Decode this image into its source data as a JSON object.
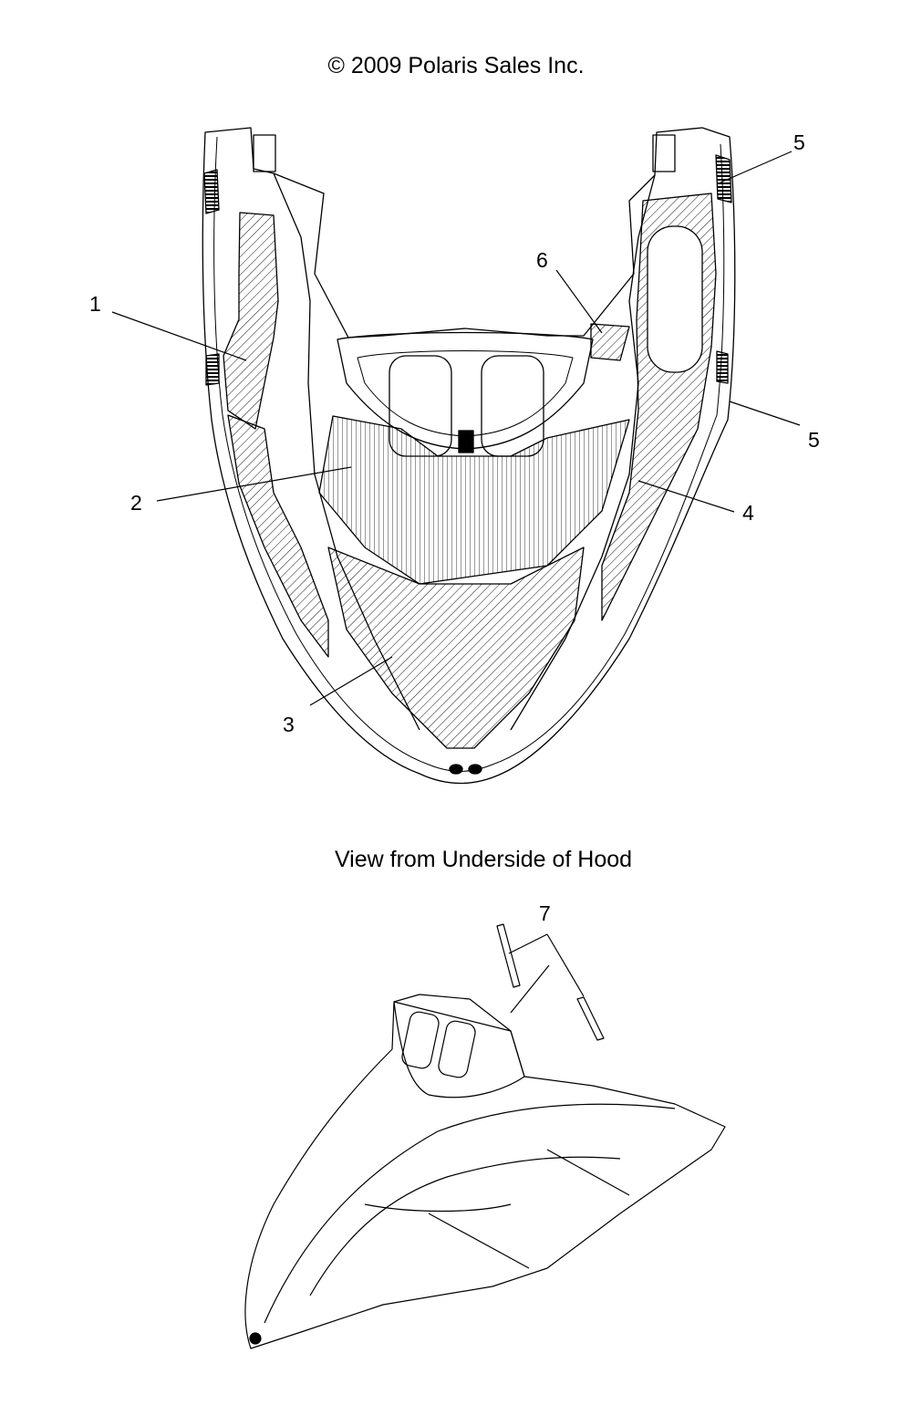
{
  "header": {
    "copyright": "© 2009 Polaris Sales Inc."
  },
  "caption": "View from Underside of Hood",
  "callouts": [
    {
      "id": "c1",
      "label": "1"
    },
    {
      "id": "c2",
      "label": "2"
    },
    {
      "id": "c3",
      "label": "3"
    },
    {
      "id": "c4",
      "label": "4"
    },
    {
      "id": "c5a",
      "label": "5"
    },
    {
      "id": "c5b",
      "label": "5"
    },
    {
      "id": "c6",
      "label": "6"
    },
    {
      "id": "c7",
      "label": "7"
    }
  ],
  "colors": {
    "line": "#000000",
    "background": "#ffffff"
  }
}
